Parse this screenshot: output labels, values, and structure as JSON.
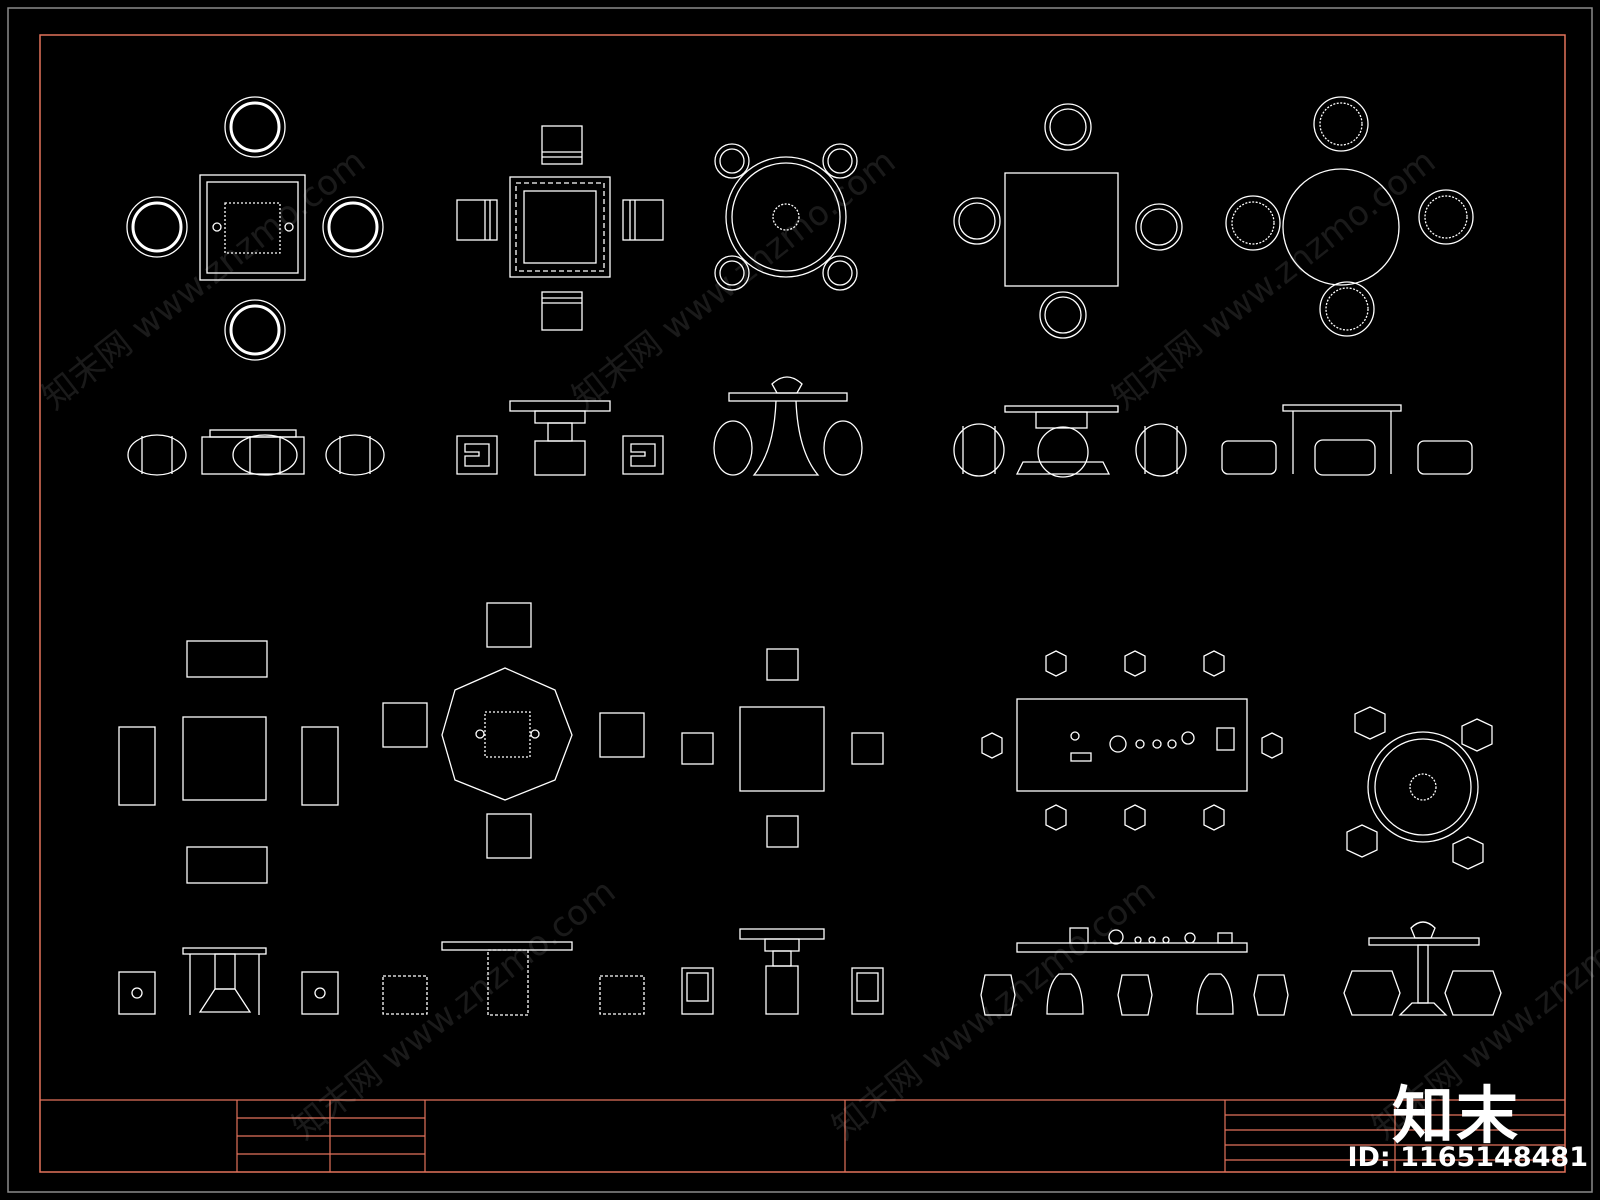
{
  "colors": {
    "background": "#000000",
    "linework": "#ffffff",
    "frame": "#e2725b",
    "outer_border": "#8a8a8a"
  },
  "watermark": {
    "site": "www.znzmo.com",
    "brand": "知末网"
  },
  "logo": {
    "text": "知末"
  },
  "id_label": {
    "text": "ID: 1165148481"
  }
}
